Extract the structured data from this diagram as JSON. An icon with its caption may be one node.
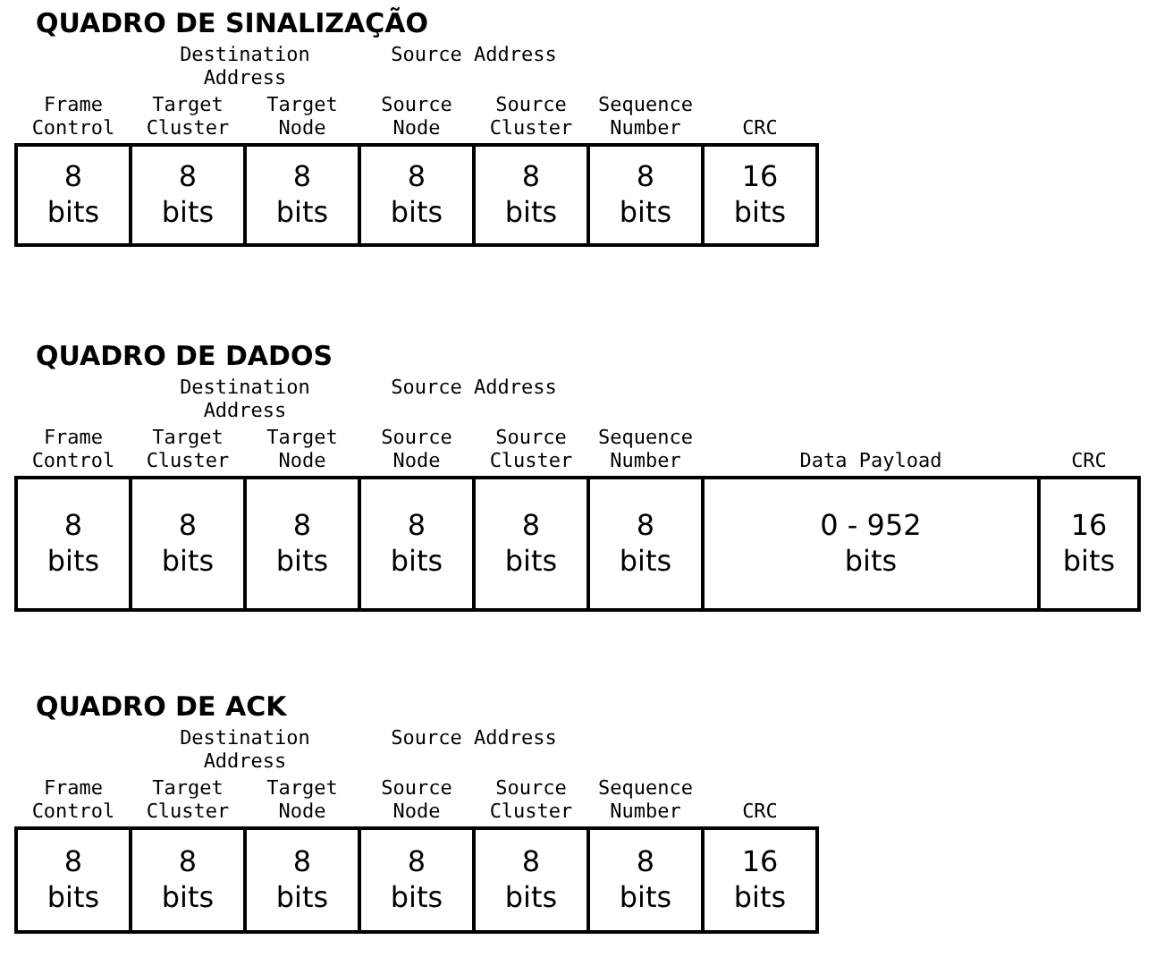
{
  "diagram": {
    "labels": [
      "QUADRO DE SINALIZAÇÃO",
      "Destination Address",
      "Source Address",
      "Frame Control",
      "Target Cluster",
      "Target Node",
      "Source Node",
      "Source Cluster",
      "Sequence Number",
      "CRC",
      "8 bits",
      "8 bits",
      "8 bits",
      "8 bits",
      "8 bits",
      "8 bits",
      "16 bits",
      "QUADRO DE DADOS",
      "Destination Address",
      "Source Address",
      "Frame Control",
      "Target Cluster",
      "Target Node",
      "Source Node",
      "Source Cluster",
      "Sequence Number",
      "Data Payload",
      "CRC",
      "8 bits",
      "8 bits",
      "8 bits",
      "8 bits",
      "8 bits",
      "8 bits",
      "0 - 952 bits",
      "16 bits",
      "QUADRO DE ACK",
      "Destination Address",
      "Source Address",
      "Frame Control",
      "Target Cluster",
      "Target Node",
      "Source Node",
      "Source Cluster",
      "Sequence Number",
      "CRC",
      "8 bits",
      "8 bits",
      "8 bits",
      "8 bits",
      "8 bits",
      "8 bits",
      "16 bits"
    ]
  }
}
